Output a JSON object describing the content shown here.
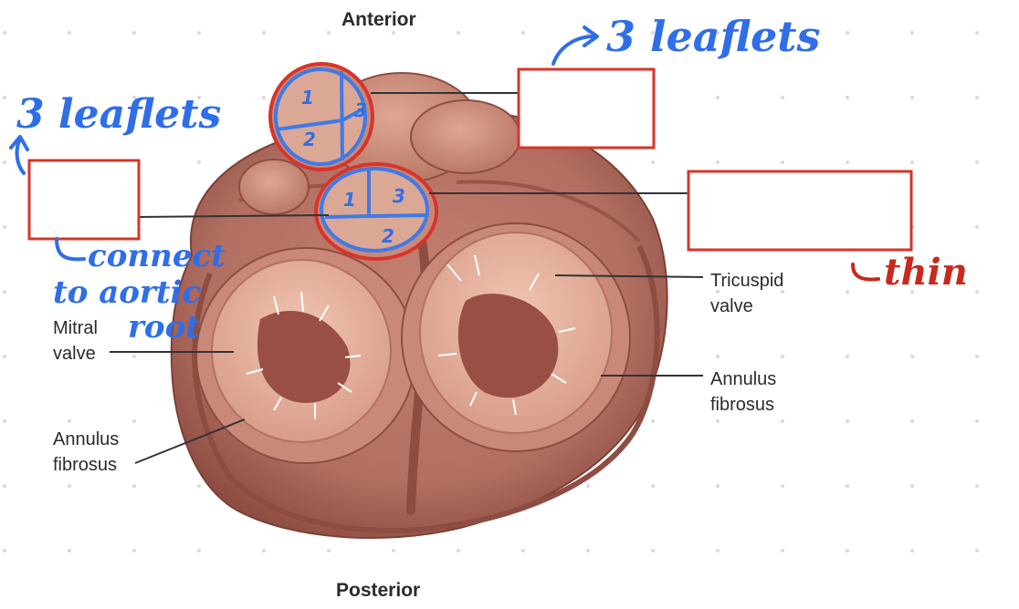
{
  "labels": {
    "anterior": "Anterior",
    "posterior": "Posterior",
    "mitral_valve": [
      "Mitral",
      "valve"
    ],
    "annulus_left": [
      "Annulus",
      "fibrosus"
    ],
    "tricuspid_valve": [
      "Tricuspid",
      "valve"
    ],
    "annulus_right": [
      "Annulus",
      "fibrosus"
    ]
  },
  "annotations": {
    "left_leaflets": "3 leaflets",
    "right_leaflets": "3 leaflets",
    "connect": [
      "connect",
      "to aortic",
      "root"
    ],
    "thin": "thin"
  },
  "leaflet_numbers": {
    "pulmonary": [
      "1",
      "2",
      "3"
    ],
    "aortic": [
      "1",
      "3",
      "2"
    ]
  },
  "colors": {
    "heart_base": "#b26f62",
    "heart_shadow": "#8e4d43",
    "valve_ring": "#d49c8b",
    "valve_inner": "#e7b8a5",
    "annotation_blue": "#2f6ee8",
    "annotation_red": "#c8281e"
  }
}
